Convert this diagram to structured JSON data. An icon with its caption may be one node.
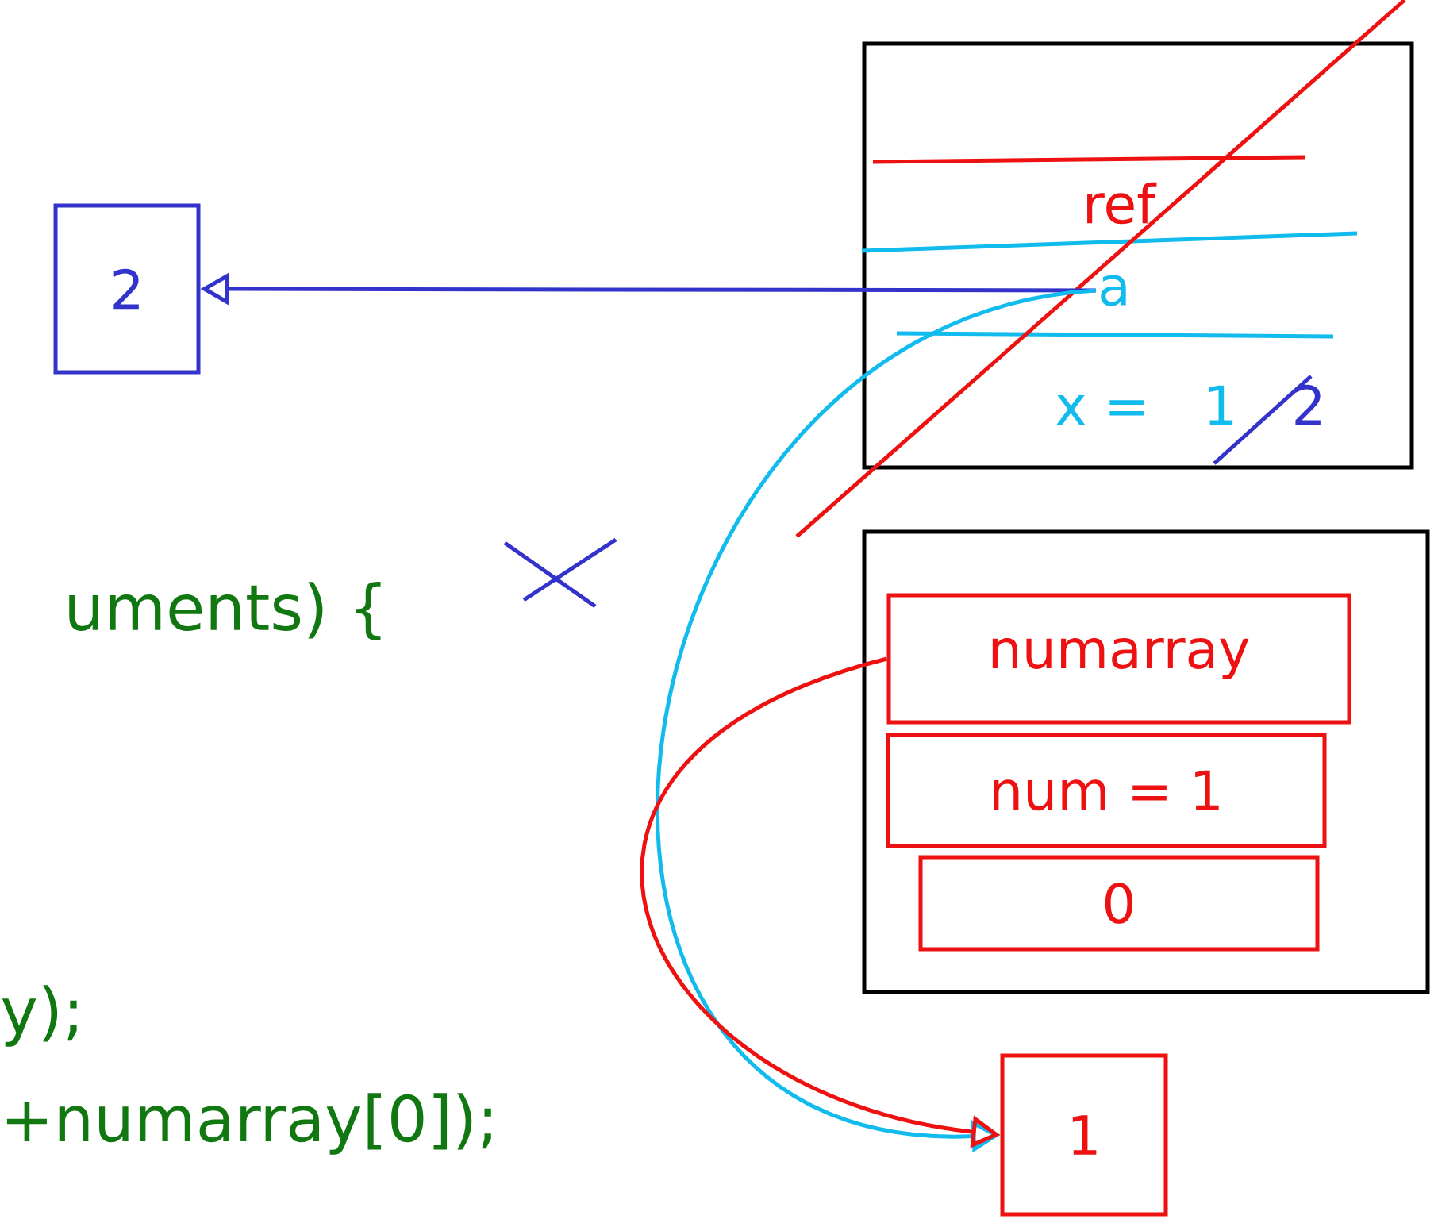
{
  "diagram": {
    "nodes": [
      {
        "text": [],
        "shape": "box"
      },
      {
        "text": [
          "ref"
        ],
        "in": 0
      },
      {
        "text": [
          "a"
        ],
        "in": 0
      },
      {
        "text": [
          "x =",
          "1",
          "2"
        ],
        "in": 0
      },
      {
        "text": [
          "2"
        ]
      },
      {
        "text": [],
        "shape": "box"
      },
      {
        "text": [
          "numarray"
        ],
        "in": 5
      },
      {
        "text": [
          "num = 1"
        ],
        "in": 5
      },
      {
        "text": [
          "0"
        ],
        "in": 5
      },
      {
        "text": [
          "1"
        ]
      }
    ],
    "edges": [
      {
        "from": 2,
        "to": 4,
        "arrow": "to",
        "color": "#3333cc"
      },
      {
        "from": 2,
        "to": 9,
        "arrow": "to",
        "color": "#11bbee"
      },
      {
        "from": 6,
        "to": 9,
        "arrow": "to",
        "color": "#ee1111"
      }
    ],
    "labels": [
      "uments) {",
      "y);",
      "+numarray[0]);"
    ]
  }
}
